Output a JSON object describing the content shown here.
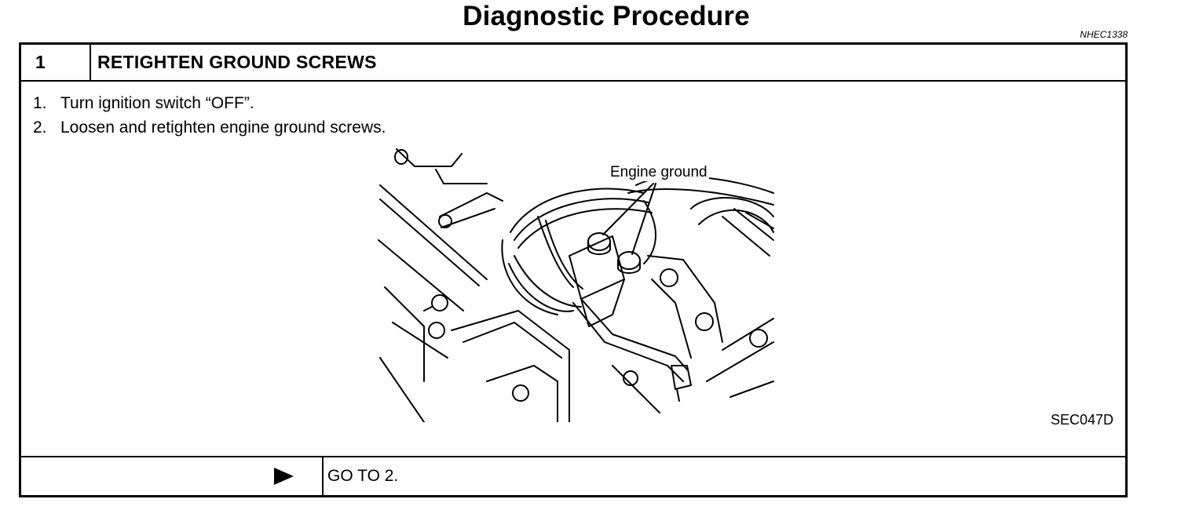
{
  "page": {
    "title": "Diagnostic Procedure",
    "doc_ref": "NHEC1338"
  },
  "step": {
    "number": "1",
    "heading": "RETIGHTEN GROUND SCREWS",
    "instructions": [
      {
        "num": "1.",
        "text": "Turn ignition switch “OFF”."
      },
      {
        "num": "2.",
        "text": "Loosen and retighten engine ground screws."
      }
    ],
    "figure": {
      "label": "Engine ground",
      "code": "SEC047D"
    },
    "result": {
      "arrow_icon": "right-triangle-icon",
      "action": "GO TO 2."
    }
  }
}
